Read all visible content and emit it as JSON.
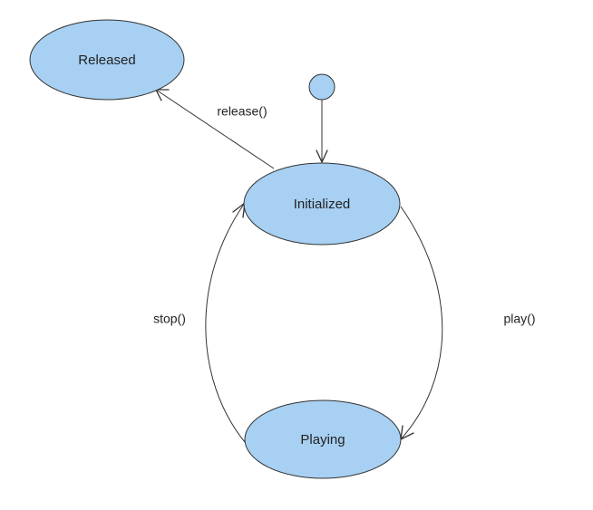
{
  "diagram": {
    "colors": {
      "state_fill": "#a7d0f2",
      "stroke": "#333333",
      "background": "#ffffff"
    },
    "states": {
      "released": "Released",
      "initialized": "Initialized",
      "playing": "Playing"
    },
    "transitions": {
      "release": "release()",
      "play": "play()",
      "stop": "stop()"
    }
  }
}
